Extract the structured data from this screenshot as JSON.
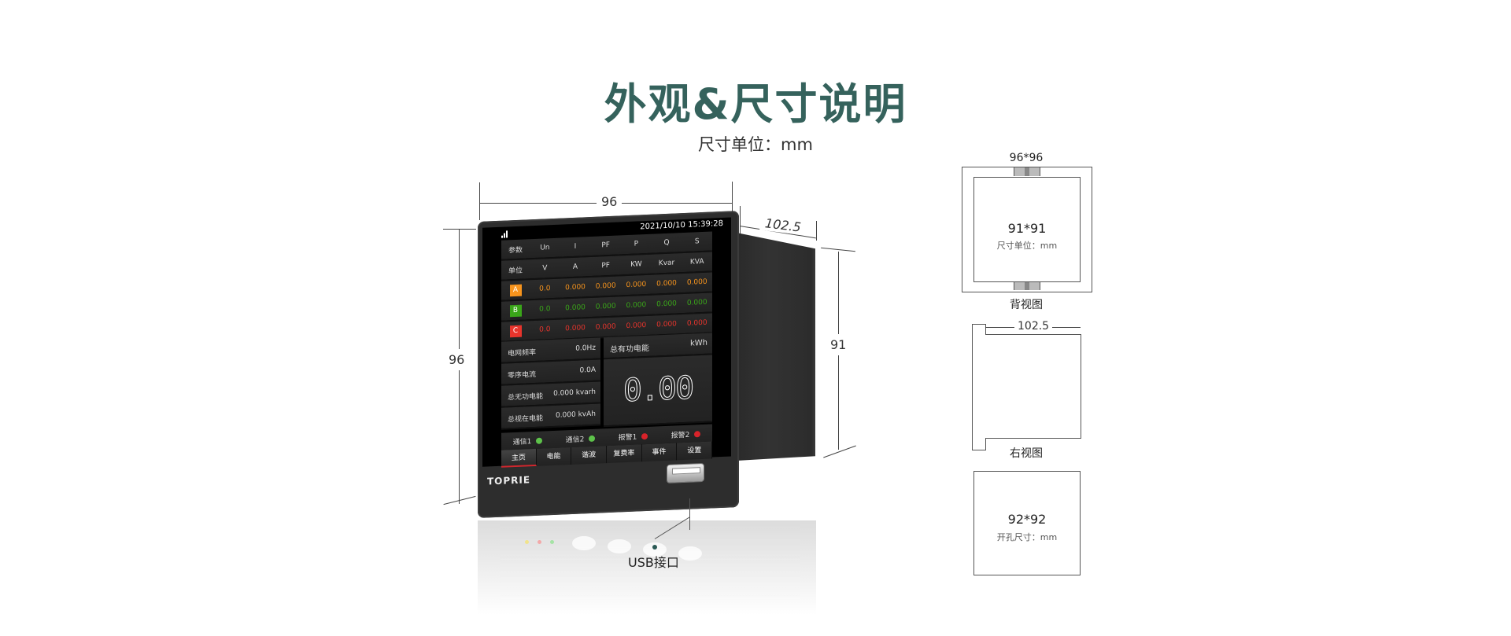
{
  "header": {
    "title": "外观&尺寸说明",
    "subtitle": "尺寸单位：mm"
  },
  "colors": {
    "title": "#35625c",
    "phase_a": "#f7941d",
    "phase_b": "#3aa619",
    "phase_c": "#e8342c",
    "led_green": "#5dc24a",
    "led_red": "#d8232a",
    "active_tab_underline": "#d0272e"
  },
  "dimensions": {
    "front_width": "96",
    "front_height": "96",
    "depth": "102.5",
    "body_height": "91"
  },
  "device": {
    "brand": "TOPRIE",
    "usb_label": "USB接口",
    "screen": {
      "datetime": "2021/10/10  15:39:28",
      "table": {
        "header_label": "参数",
        "headers": [
          "Un",
          "I",
          "PF",
          "P",
          "Q",
          "S"
        ],
        "unit_label": "单位",
        "units": [
          "V",
          "A",
          "PF",
          "KW",
          "Kvar",
          "KVA"
        ],
        "rows": [
          {
            "phase": "A",
            "values": [
              "0.0",
              "0.000",
              "0.000",
              "0.000",
              "0.000",
              "0.000"
            ]
          },
          {
            "phase": "B",
            "values": [
              "0.0",
              "0.000",
              "0.000",
              "0.000",
              "0.000",
              "0.000"
            ]
          },
          {
            "phase": "C",
            "values": [
              "0.0",
              "0.000",
              "0.000",
              "0.000",
              "0.000",
              "0.000"
            ]
          }
        ]
      },
      "info": [
        {
          "label": "电网频率",
          "value": "0.0Hz"
        },
        {
          "label": "零序电流",
          "value": "0.0A"
        },
        {
          "label": "总无功电能",
          "value": "0.000 kvarh"
        },
        {
          "label": "总视在电能",
          "value": "0.000 kvAh"
        }
      ],
      "energy": {
        "label": "总有功电能",
        "unit": "kWh",
        "value": "0.00"
      },
      "indicators": [
        {
          "label": "通信1",
          "state": "green"
        },
        {
          "label": "通信2",
          "state": "green"
        },
        {
          "label": "报警1",
          "state": "red"
        },
        {
          "label": "报警2",
          "state": "red"
        }
      ],
      "tabs": [
        "主页",
        "电能",
        "谐波",
        "复费率",
        "事件",
        "设置"
      ],
      "active_tab": "主页"
    }
  },
  "diagrams": {
    "back_view": {
      "outer": "96*96",
      "inner": "91*91",
      "unit": "尺寸单位：mm",
      "caption": "背视图"
    },
    "right_view": {
      "depth": "102.5",
      "caption": "右视图"
    },
    "cutout": {
      "size": "92*92",
      "unit": "开孔尺寸：mm"
    }
  }
}
